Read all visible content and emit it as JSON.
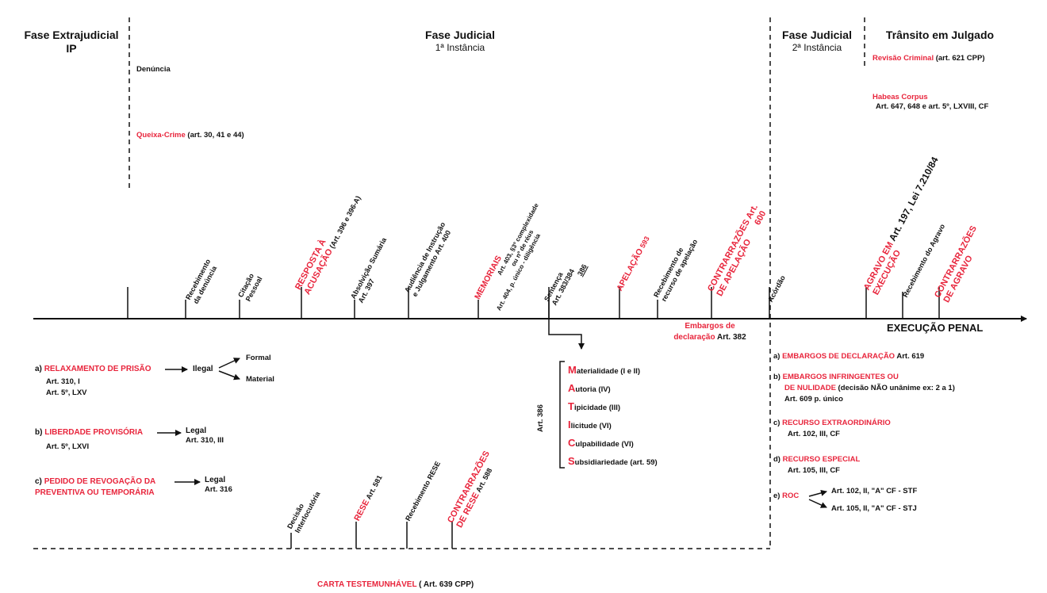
{
  "headers": {
    "extrajudicial": [
      "Fase Extrajudicial",
      "IP"
    ],
    "judicial_1": {
      "title": "Fase Judicial",
      "sub": "1ª Instância"
    },
    "judicial_2": {
      "title": "Fase Judicial",
      "sub": "2ª Instância"
    },
    "transito": "Trânsito em Julgado"
  },
  "top_left": {
    "denuncia": "Denúncia",
    "queixa": {
      "red": "Queixa-Crime",
      "rest": " (art. 30, 41 e 44)"
    }
  },
  "top_right": {
    "revisao": {
      "red": "Revisão Criminal",
      "rest": " (art. 621 CPP)"
    },
    "habeas": {
      "red": "Habeas Corpus",
      "rest": "Art. 647, 648 e art. 5º, LXVIII, CF"
    }
  },
  "timeline_labels": {
    "recebimento_denuncia": [
      "Recebimento",
      "da denúncia"
    ],
    "citacao": [
      "Citação",
      "Pessoal"
    ],
    "resposta": {
      "red1": "RESPOSTA À",
      "red2": "ACUSAÇÃO",
      "rest": " (Art. 396 e 396-A)"
    },
    "absolvicao": [
      "Absolvição Sumária",
      "Art. 397"
    ],
    "audiencia": [
      "Audiência de Instrução",
      "e Julgamento Art. 400"
    ],
    "memoriais": {
      "red": "MEMORIAIS",
      "l2": "Art. 403, §3º complexidade",
      "l3": "ou nº de réus",
      "l4": "Art. 404, p. único - diligência"
    },
    "sentenca": [
      "Sentença",
      "Art. 383/384",
      "386"
    ],
    "apelacao": {
      "red": "APELAÇÃO",
      "rest": " 593"
    },
    "recebimento_apelacao": [
      "Recebimento de",
      "recurso de apelação"
    ],
    "contrarrazoes_apel": {
      "red1": "CONTRARRAZÕES",
      "rest": "  Art.",
      "red2": "DE APELAÇÃO",
      "num": "600"
    },
    "acordao": "Acórdão",
    "agravo": {
      "red1": "AGRAVO EM",
      "red2": "EXECUÇÃO",
      "rest": " Art. 197, Lei 7.210/84"
    },
    "recebimento_agravo": "Recebimento do Agravo",
    "contrarrazoes_agravo": [
      "CONTRARRAZÕES",
      "DE AGRAVO"
    ]
  },
  "execucao": "EXECUÇÃO PENAL",
  "embargos_declaracao": {
    "red1": "Embargos de",
    "red2": "declaração",
    "rest": " Art. 382"
  },
  "left_items": {
    "relaxamento": {
      "prefix": "a)",
      "red": "RELAXAMENTO DE PRISÃO",
      "arrow_to": "Ilegal",
      "branches": [
        "Formal",
        "Material"
      ],
      "l1": "Art. 310, I",
      "l2": "Art. 5º, LXV"
    },
    "liberdade": {
      "prefix": "b)",
      "red": "LIBERDADE PROVISÓRIA",
      "arrow_to": "Legal",
      "arrow_art": "Art. 310, III",
      "l1": "Art. 5º, LXVI"
    },
    "revogacao": {
      "prefix": "c)",
      "red1": "PEDIDO DE REVOGAÇÃO DA",
      "red2": "PREVENTIVA OU TEMPORÁRIA",
      "arrow_to": "Legal",
      "arrow_art": "Art. 316"
    }
  },
  "art386": {
    "label": "Art. 386",
    "items": [
      {
        "cap": "M",
        "rest": "aterialidade (I e II)"
      },
      {
        "cap": "A",
        "rest": "utoria (IV)"
      },
      {
        "cap": "T",
        "rest": "ipicidade (III)"
      },
      {
        "cap": "I",
        "rest": "licitude (VI)"
      },
      {
        "cap": "C",
        "rest": "ulpabilidade (VI)"
      },
      {
        "cap": "S",
        "rest": "ubsidiariedade (art. 59)"
      }
    ]
  },
  "right_items": {
    "a": {
      "prefix": "a)",
      "red": "EMBARGOS DE DECLARAÇÃO",
      "rest": " Art. 619"
    },
    "b": {
      "prefix": "b)",
      "red1": "EMBARGOS INFRINGENTES OU",
      "red2": "DE NULIDADE",
      "rest": " (decisão NÃO unânime ex: 2 a 1)",
      "l3": "Art. 609 p. único"
    },
    "c": {
      "prefix": "c)",
      "red": "RECURSO EXTRAORDINÁRIO",
      "l2": "Art. 102, III, CF"
    },
    "d": {
      "prefix": "d)",
      "red": "RECURSO ESPECIAL",
      "l2": "Art. 105, III, CF"
    },
    "e": {
      "prefix": "e)",
      "red": "ROC",
      "t1": "Art. 102, II, \"A\" CF - STF",
      "t2": "Art. 105, II, \"A\" CF - STJ"
    }
  },
  "bottom": {
    "decisao": [
      "Decisão",
      "Interlocutória"
    ],
    "rese": {
      "red": "RESE",
      "rest": " Art. 581"
    },
    "recebimento_rese": "Recebimento RESE",
    "contrarrazoes_rese": {
      "red1": "CONTRARRAZÕES",
      "red2": "DE RESE",
      "rest": " Art. 588"
    },
    "carta": {
      "red": "CARTA TESTEMUNHÁVEL",
      "rest": " ( Art. 639 CPP)"
    }
  }
}
